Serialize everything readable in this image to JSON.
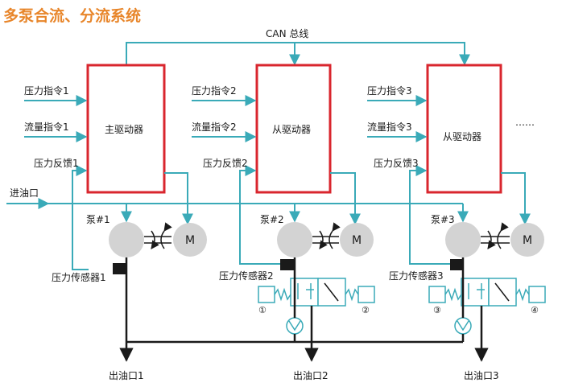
{
  "title": "多泵合流、分流系统",
  "can_bus": "CAN 总线",
  "inlet": "进油口",
  "ellipsis": "……",
  "motor_label": "M",
  "colors": {
    "title": "#e8862b",
    "driver_border": "#d9262e",
    "hydraulic_line": "#3aaab8",
    "pump": "#d3d3d3",
    "pipe": "#1a1a1a"
  },
  "units": [
    {
      "driver": "主驱动器",
      "pressure_cmd": "压力指令1",
      "flow_cmd": "流量指令1",
      "pressure_fb": "压力反馈1",
      "pump": "泵#1",
      "sensor": "压力传感器1",
      "outlet": "出油口1"
    },
    {
      "driver": "从驱动器",
      "pressure_cmd": "压力指令2",
      "flow_cmd": "流量指令2",
      "pressure_fb": "压力反馈2",
      "pump": "泵#2",
      "sensor": "压力传感器2",
      "outlet": "出油口2",
      "valve_left": "①",
      "valve_right": "②"
    },
    {
      "driver": "从驱动器",
      "pressure_cmd": "压力指令3",
      "flow_cmd": "流量指令3",
      "pressure_fb": "压力反馈3",
      "pump": "泵#3",
      "sensor": "压力传感器3",
      "outlet": "出油口3",
      "valve_left": "③",
      "valve_right": "④"
    }
  ]
}
